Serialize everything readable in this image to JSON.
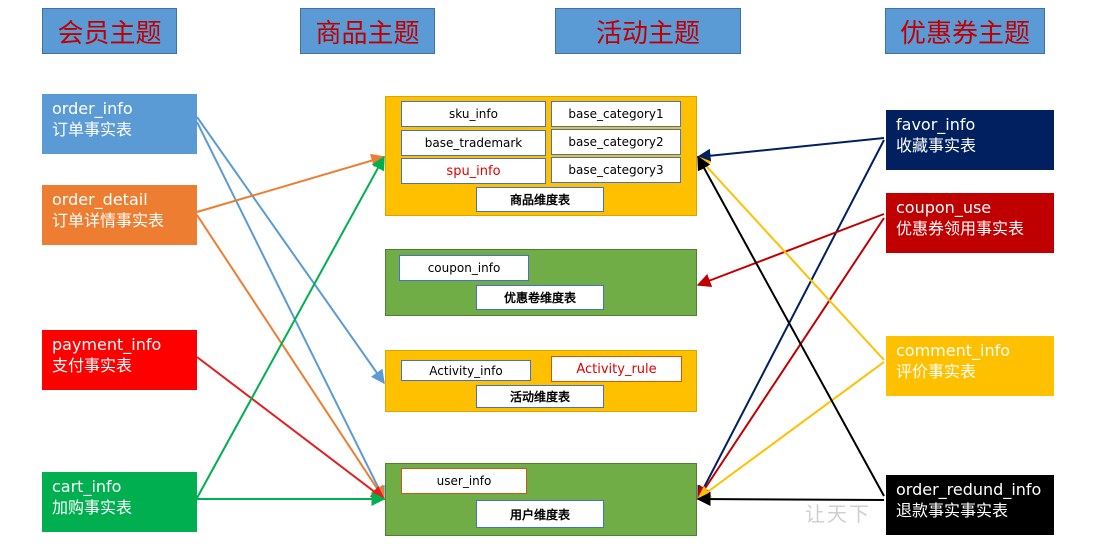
{
  "headers": {
    "member": "会员主题",
    "goods": "商品主题",
    "activity": "活动主题",
    "coupon": "优惠券主题"
  },
  "left_facts": [
    {
      "name": "order_info",
      "desc": "订单事实表",
      "color": "#5b9bd5"
    },
    {
      "name": "order_detail",
      "desc": "订单详情事实表",
      "color": "#ed7d31"
    },
    {
      "name": "payment_info",
      "desc": "支付事实表",
      "color": "#ff0000"
    },
    {
      "name": "cart_info",
      "desc": "加购事实表",
      "color": "#00b050"
    }
  ],
  "right_facts": [
    {
      "name": "favor_info",
      "desc": "收藏事实表",
      "color": "#002060"
    },
    {
      "name": "coupon_use",
      "desc": "优惠券领用事实表",
      "color": "#c00000"
    },
    {
      "name": "comment_info",
      "desc": "评价事实表",
      "color": "#ffc000"
    },
    {
      "name": "order_redund_info",
      "desc": "退款事实事实表",
      "color": "#000000"
    }
  ],
  "dimensions": {
    "goods": {
      "tables": [
        "sku_info",
        "base_category1",
        "base_trademark",
        "base_category2",
        "spu_info",
        "base_category3"
      ],
      "label": "商品维度表"
    },
    "coupon": {
      "tables": [
        "coupon_info"
      ],
      "label": "优惠卷维度表"
    },
    "activity": {
      "tables": [
        "Activity_info",
        "Activity_rule"
      ],
      "label": "活动维度表"
    },
    "user": {
      "tables": [
        "user_info"
      ],
      "label": "用户维度表"
    }
  },
  "watermark": "让天下"
}
